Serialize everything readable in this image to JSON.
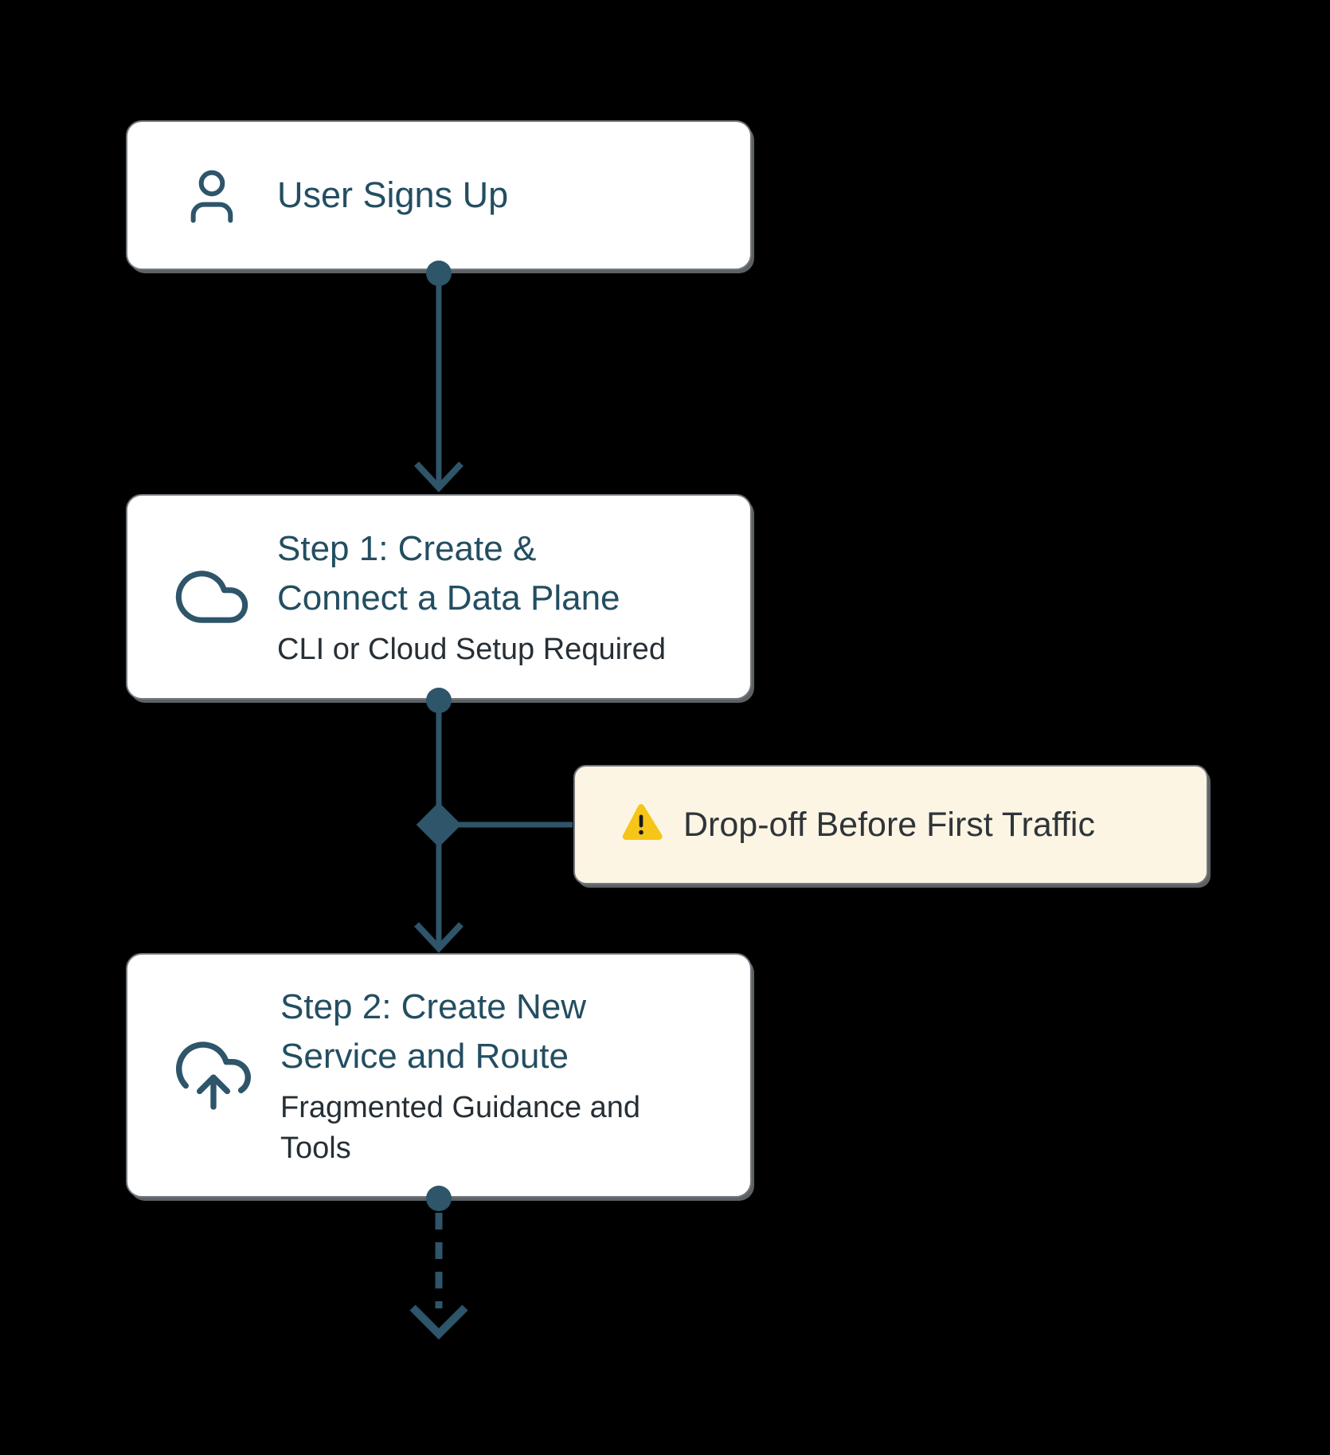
{
  "colors": {
    "bg": "#000000",
    "box-bg": "#ffffff",
    "box-border": "#72787d",
    "box-shadow": "#5c6166",
    "teal-text": "#234e61",
    "stroke": "#2e5569",
    "charcoal": "#262f35",
    "cream": "#fdf5e3",
    "callout-text": "#2f353a",
    "warning-yellow": "#f5c518",
    "warning-dark": "#1a1a1a"
  },
  "nodes": [
    {
      "id": "signup",
      "icon": "user-icon",
      "title": "User Signs Up"
    },
    {
      "id": "step1",
      "icon": "cloud-icon",
      "title": "Step 1: Create &\nConnect a Data Plane",
      "subtitle": "CLI or Cloud Setup Required"
    },
    {
      "id": "step2",
      "icon": "cloud-upload-icon",
      "title": "Step 2: Create New\nService and Route",
      "subtitle": "Fragmented Guidance and\nTools"
    }
  ],
  "callout": {
    "icon": "warning-icon",
    "text": "Drop-off Before First Traffic"
  }
}
